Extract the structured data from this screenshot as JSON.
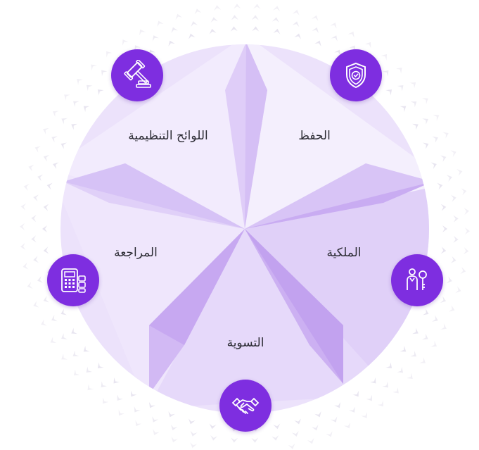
{
  "segments": [
    {
      "label": "الحفظ",
      "icon": "shield-check-icon"
    },
    {
      "label": "الملكية",
      "icon": "person-key-icon"
    },
    {
      "label": "التسوية",
      "icon": "handshake-icon"
    },
    {
      "label": "المراجعة",
      "icon": "calculator-icon"
    },
    {
      "label": "اللوائح التنظيمية",
      "icon": "gavel-icon"
    }
  ],
  "colors": {
    "badge": "#7e2ee0",
    "circle_light": "#ece2fb",
    "circle_mid": "#ddccf8",
    "circle_dark": "#cdb4f3",
    "halo": "#e6e2ee"
  }
}
